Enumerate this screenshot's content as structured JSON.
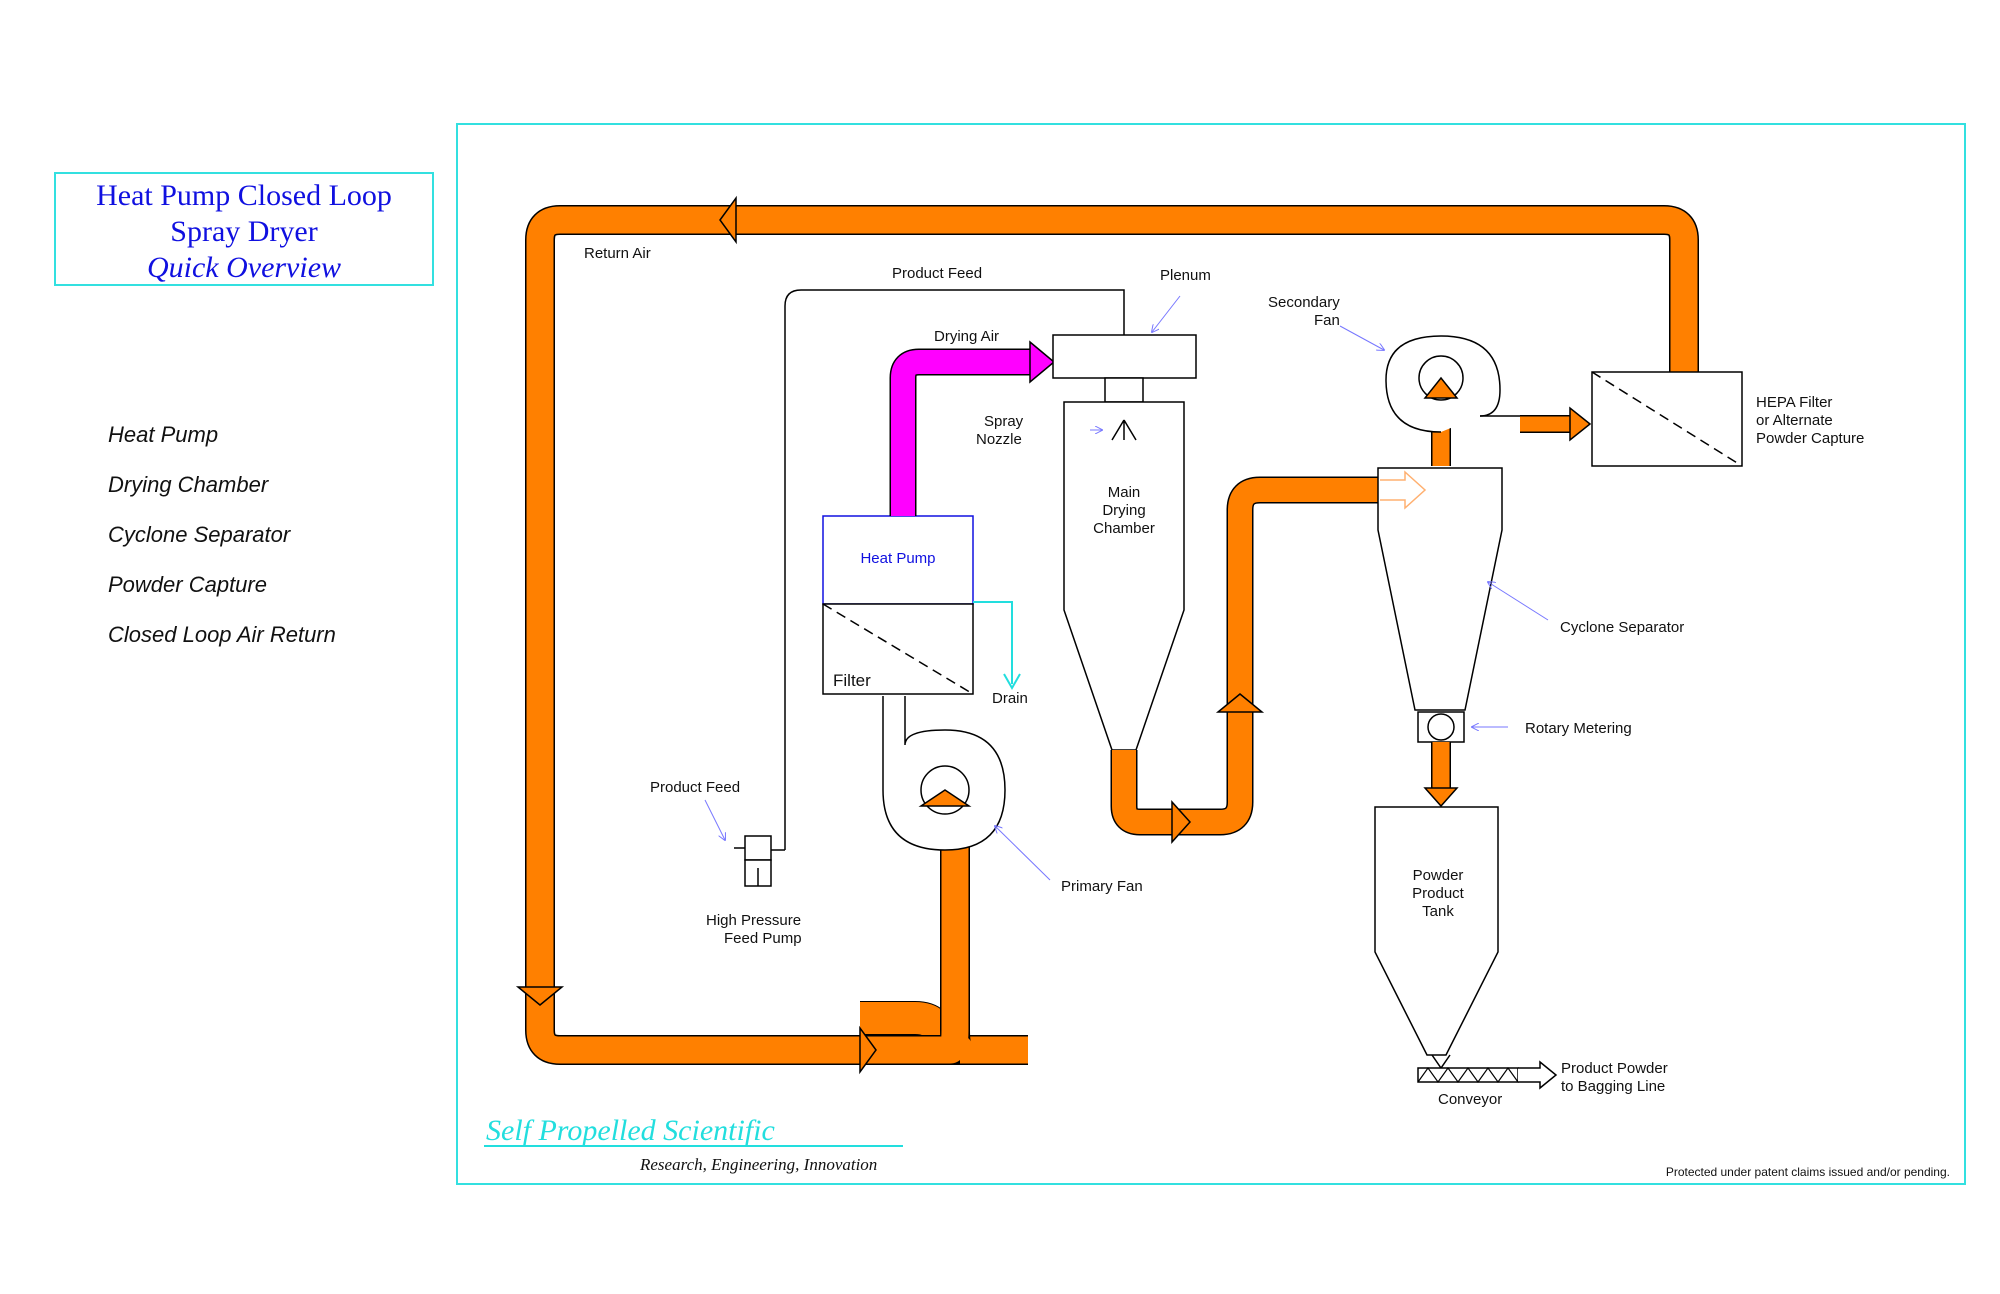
{
  "title": {
    "line1": "Heat Pump Closed Loop",
    "line2": "Spray Dryer",
    "line3": "Quick Overview"
  },
  "steps": [
    "Heat Pump",
    "Drying Chamber",
    "Cyclone Separator",
    "Powder Capture",
    "Closed Loop Air Return"
  ],
  "labels": {
    "return_air": "Return Air",
    "product_feed_top": "Product Feed",
    "plenum": "Plenum",
    "drying_air": "Drying Air",
    "spray_nozzle_1": "Spray",
    "spray_nozzle_2": "Nozzle",
    "chamber_1": "Main",
    "chamber_2": "Drying",
    "chamber_3": "Chamber",
    "heat_pump": "Heat Pump",
    "filter": "Filter",
    "drain": "Drain",
    "product_feed_left": "Product Feed",
    "pump_1": "High Pressure",
    "pump_2": "Feed Pump",
    "primary_fan": "Primary Fan",
    "secondary_fan_1": "Secondary",
    "secondary_fan_2": "Fan",
    "hepa_1": "HEPA Filter",
    "hepa_2": "or Alternate",
    "hepa_3": "Powder Capture",
    "cyclone": "Cyclone Separator",
    "rotary": "Rotary Metering",
    "tank_1": "Powder",
    "tank_2": "Product",
    "tank_3": "Tank",
    "conveyor": "Conveyor",
    "bagging_1": "Product Powder",
    "bagging_2": "to Bagging Line"
  },
  "footer": {
    "brand": "Self Propelled Scientific",
    "tagline": "Research, Engineering, Innovation",
    "patent": "Protected under patent claims issued and/or pending."
  },
  "colors": {
    "air_duct": "#ff8000",
    "heated_air": "#ff00ff",
    "frame": "#33e0e0",
    "title_text": "#1010e0",
    "drain": "#22dede"
  }
}
